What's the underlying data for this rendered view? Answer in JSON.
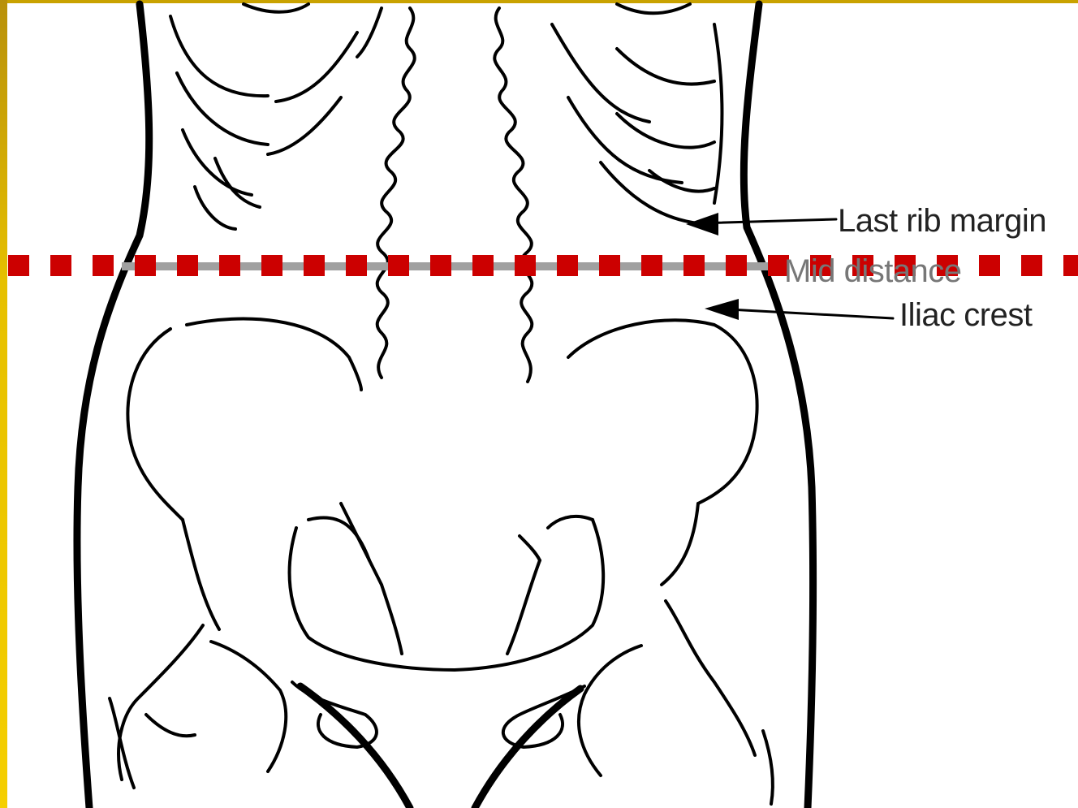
{
  "diagram": {
    "labels": {
      "last_rib_margin": "Last rib margin",
      "mid_distance": "Mid distance",
      "iliac_crest": "Iliac crest"
    },
    "colors": {
      "frame": "#e6c000",
      "waist_marker": "#cc0000",
      "outline": "#000000",
      "mid_line": "#a0a0a0"
    }
  }
}
